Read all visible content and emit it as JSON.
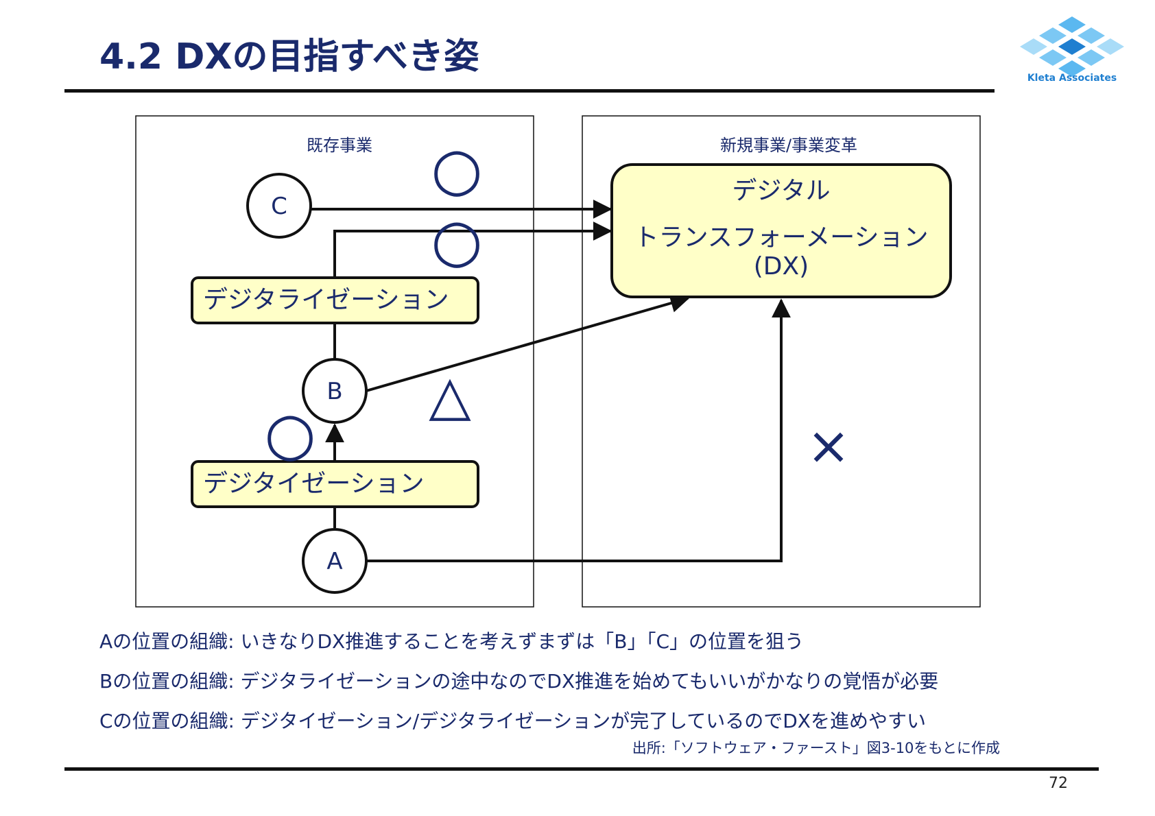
{
  "title": "4.2 DXの目指すべき姿",
  "logo": {
    "text": "Kleta Associates",
    "icon": "diamond-grid-logo-icon",
    "colors": [
      "#5bb8f0",
      "#1f7fd0"
    ]
  },
  "diagram": {
    "left_panel": {
      "label": "既存事業"
    },
    "right_panel": {
      "label": "新規事業/事業変革"
    },
    "dx_box": {
      "line1": "デジタル",
      "line2": "トランスフォーメーション",
      "line3": "(DX)"
    },
    "digitalization_box": "デジタライゼーション",
    "digitization_box": "デジタイゼーション",
    "node_a": "A",
    "node_b": "B",
    "node_c": "C",
    "marks": {
      "c_path": "○",
      "b_step": "○",
      "a_step": "○",
      "b_path": "△",
      "a_path": "×"
    }
  },
  "notes": [
    "Aの位置の組織: いきなりDX推進することを考えずまずは「B」「C」の位置を狙う",
    "Bの位置の組織: デジタライゼーションの途中なのでDX推進を始めてもいいがかなりの覚悟が必要",
    "Cの位置の組織: デジタイゼーション/デジタライゼーションが完了しているのでDXを進めやすい"
  ],
  "source": "出所:「ソフトウェア・ファースト」図3-10をもとに作成",
  "page_number": "72",
  "colors": {
    "title": "#1a2a6c",
    "box_fill": "#ffffc8",
    "line": "#111111",
    "mark": "#1a2a6c"
  }
}
